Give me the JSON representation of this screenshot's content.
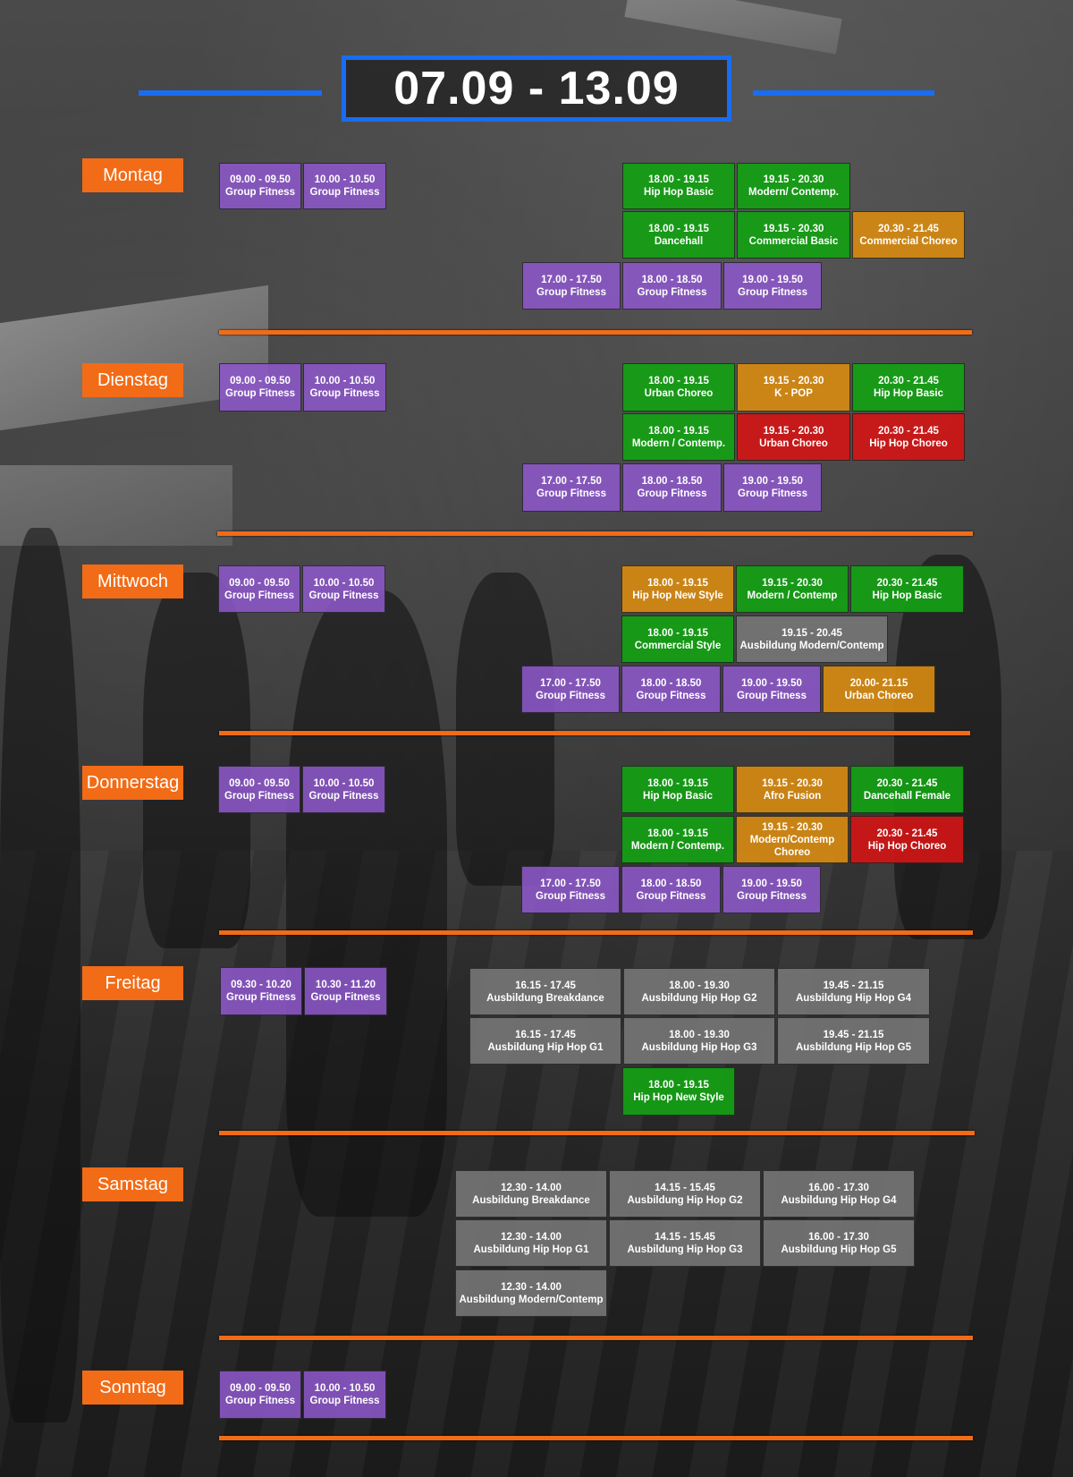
{
  "title": "07.09 - 13.09",
  "colors": {
    "accent_blue": "#1a6cf0",
    "day_orange": "#f26b16",
    "group_fitness": "#8c58c8",
    "green": "#14a014",
    "orange": "#d68a12",
    "red": "#d01616",
    "gray": "#787878"
  },
  "days": [
    {
      "name": "Montag",
      "classes": [
        {
          "time": "09.00 - 09.50",
          "name": "Group Fitness",
          "color": "purple"
        },
        {
          "time": "10.00 - 10.50",
          "name": "Group Fitness",
          "color": "purple"
        },
        {
          "time": "18.00 - 19.15",
          "name": "Hip Hop Basic",
          "color": "green"
        },
        {
          "time": "19.15 - 20.30",
          "name": "Modern/ Contemp.",
          "color": "green"
        },
        {
          "time": "18.00 - 19.15",
          "name": "Dancehall",
          "color": "green"
        },
        {
          "time": "19.15 - 20.30",
          "name": "Commercial Basic",
          "color": "green"
        },
        {
          "time": "20.30 - 21.45",
          "name": "Commercial Choreo",
          "color": "orange"
        },
        {
          "time": "17.00 - 17.50",
          "name": "Group Fitness",
          "color": "purple"
        },
        {
          "time": "18.00 - 18.50",
          "name": "Group Fitness",
          "color": "purple"
        },
        {
          "time": "19.00 - 19.50",
          "name": "Group Fitness",
          "color": "purple"
        }
      ]
    },
    {
      "name": "Dienstag",
      "classes": [
        {
          "time": "09.00 - 09.50",
          "name": "Group Fitness",
          "color": "purple"
        },
        {
          "time": "10.00 - 10.50",
          "name": "Group Fitness",
          "color": "purple"
        },
        {
          "time": "18.00 - 19.15",
          "name": "Urban Choreo",
          "color": "green"
        },
        {
          "time": "19.15 - 20.30",
          "name": "K - POP",
          "color": "orange"
        },
        {
          "time": "20.30 - 21.45",
          "name": "Hip Hop Basic",
          "color": "green"
        },
        {
          "time": "18.00 - 19.15",
          "name": "Modern / Contemp.",
          "color": "green"
        },
        {
          "time": "19.15 - 20.30",
          "name": "Urban Choreo",
          "color": "red"
        },
        {
          "time": "20.30 - 21.45",
          "name": "Hip Hop Choreo",
          "color": "red"
        },
        {
          "time": "17.00 - 17.50",
          "name": "Group Fitness",
          "color": "purple"
        },
        {
          "time": "18.00 - 18.50",
          "name": "Group Fitness",
          "color": "purple"
        },
        {
          "time": "19.00 - 19.50",
          "name": "Group Fitness",
          "color": "purple"
        }
      ]
    },
    {
      "name": "Mittwoch",
      "classes": [
        {
          "time": "09.00 - 09.50",
          "name": "Group Fitness",
          "color": "purple"
        },
        {
          "time": "10.00 - 10.50",
          "name": "Group Fitness",
          "color": "purple"
        },
        {
          "time": "18.00 - 19.15",
          "name": "Hip Hop New Style",
          "color": "orange"
        },
        {
          "time": "19.15 - 20.30",
          "name": "Modern / Contemp",
          "color": "green"
        },
        {
          "time": "20.30 - 21.45",
          "name": "Hip Hop Basic",
          "color": "green"
        },
        {
          "time": "18.00 - 19.15",
          "name": "Commercial Style",
          "color": "green"
        },
        {
          "time": "19.15 - 20.45",
          "name": "Ausbildung Modern/Contemp",
          "color": "gray"
        },
        {
          "time": "17.00 - 17.50",
          "name": "Group Fitness",
          "color": "purple"
        },
        {
          "time": "18.00 - 18.50",
          "name": "Group Fitness",
          "color": "purple"
        },
        {
          "time": "19.00 - 19.50",
          "name": "Group Fitness",
          "color": "purple"
        },
        {
          "time": "20.00- 21.15",
          "name": "Urban Choreo",
          "color": "orange"
        }
      ]
    },
    {
      "name": "Donnerstag",
      "classes": [
        {
          "time": "09.00 - 09.50",
          "name": "Group Fitness",
          "color": "purple"
        },
        {
          "time": "10.00 - 10.50",
          "name": "Group Fitness",
          "color": "purple"
        },
        {
          "time": "18.00 - 19.15",
          "name": "Hip Hop Basic",
          "color": "green"
        },
        {
          "time": "19.15 - 20.30",
          "name": "Afro Fusion",
          "color": "orange"
        },
        {
          "time": "20.30 - 21.45",
          "name": "Dancehall Female",
          "color": "green"
        },
        {
          "time": "18.00 - 19.15",
          "name": "Modern / Contemp.",
          "color": "green"
        },
        {
          "time": "19.15 - 20.30",
          "name": "Modern/Contemp",
          "name2": "Choreo",
          "color": "orange"
        },
        {
          "time": "20.30 - 21.45",
          "name": "Hip Hop Choreo",
          "color": "red"
        },
        {
          "time": "17.00 - 17.50",
          "name": "Group Fitness",
          "color": "purple"
        },
        {
          "time": "18.00 - 18.50",
          "name": "Group Fitness",
          "color": "purple"
        },
        {
          "time": "19.00 - 19.50",
          "name": "Group Fitness",
          "color": "purple"
        }
      ]
    },
    {
      "name": "Freitag",
      "classes": [
        {
          "time": "09.30 - 10.20",
          "name": "Group Fitness",
          "color": "purple"
        },
        {
          "time": "10.30 - 11.20",
          "name": "Group Fitness",
          "color": "purple"
        },
        {
          "time": "16.15 - 17.45",
          "name": "Ausbildung Breakdance",
          "color": "gray"
        },
        {
          "time": "18.00 - 19.30",
          "name": "Ausbildung Hip Hop G2",
          "color": "gray"
        },
        {
          "time": "19.45 - 21.15",
          "name": "Ausbildung Hip Hop G4",
          "color": "gray"
        },
        {
          "time": "16.15 - 17.45",
          "name": "Ausbildung Hip Hop G1",
          "color": "gray"
        },
        {
          "time": "18.00 - 19.30",
          "name": "Ausbildung Hip Hop G3",
          "color": "gray"
        },
        {
          "time": "19.45 - 21.15",
          "name": "Ausbildung Hip Hop G5",
          "color": "gray"
        },
        {
          "time": "18.00 - 19.15",
          "name": "Hip Hop New Style",
          "color": "green"
        }
      ]
    },
    {
      "name": "Samstag",
      "classes": [
        {
          "time": "12.30 - 14.00",
          "name": "Ausbildung Breakdance",
          "color": "gray"
        },
        {
          "time": "14.15 - 15.45",
          "name": "Ausbildung Hip Hop G2",
          "color": "gray"
        },
        {
          "time": "16.00 - 17.30",
          "name": "Ausbildung Hip Hop G4",
          "color": "gray"
        },
        {
          "time": "12.30 - 14.00",
          "name": "Ausbildung Hip Hop G1",
          "color": "gray"
        },
        {
          "time": "14.15 - 15.45",
          "name": "Ausbildung Hip Hop G3",
          "color": "gray"
        },
        {
          "time": "16.00 - 17.30",
          "name": "Ausbildung Hip Hop G5",
          "color": "gray"
        },
        {
          "time": "12.30 - 14.00",
          "name": "Ausbildung Modern/Contemp",
          "color": "gray"
        }
      ]
    },
    {
      "name": "Sonntag",
      "classes": [
        {
          "time": "09.00 - 09.50",
          "name": "Group Fitness",
          "color": "purple"
        },
        {
          "time": "10.00 - 10.50",
          "name": "Group Fitness",
          "color": "purple"
        }
      ]
    }
  ]
}
